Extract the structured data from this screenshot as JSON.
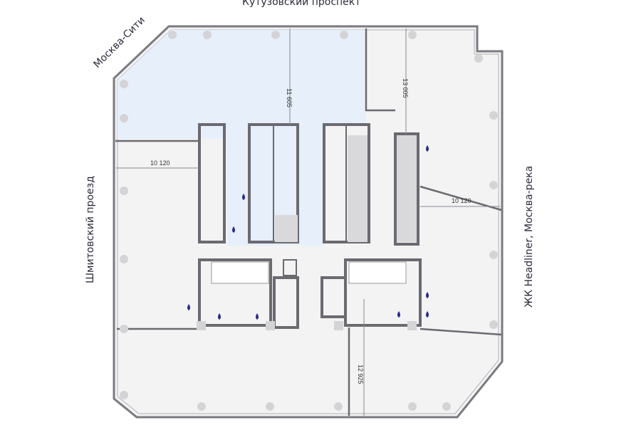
{
  "streets": {
    "top": "Кутузовский проспект",
    "top_left": "Москва-Сити",
    "left": "Шмитовский проезд",
    "right": "ЖК Headliner, Москва-река"
  },
  "dimensions": {
    "d1": "11 605",
    "d2": "13 005",
    "d3": "10 120",
    "d4": "10 120",
    "d5": "12 925"
  },
  "colors": {
    "highlight": "#e6effa",
    "floor": "#f3f3f4",
    "wall": "#6a6a70",
    "water": "#2a2a8a"
  }
}
